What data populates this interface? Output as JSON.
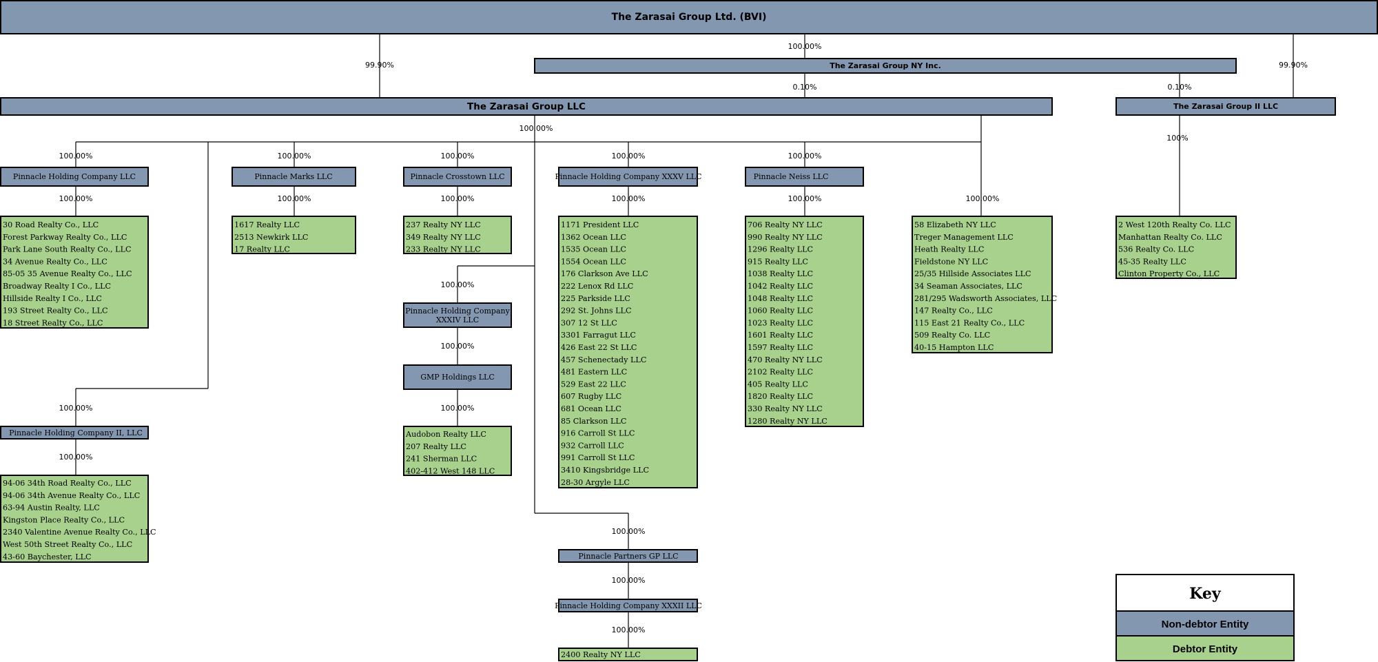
{
  "colors": {
    "non_debtor": "#8497b0",
    "debtor": "#a9d18e",
    "line": "#000000"
  },
  "top": {
    "bvi": "The Zarasai Group Ltd. (BVI)",
    "ny_inc": "The Zarasai Group NY Inc.",
    "llc": "The Zarasai Group LLC",
    "ii_llc": "The Zarasai Group II LLC"
  },
  "pct": {
    "p100": "100.00%",
    "p9990": "99.90%",
    "p010": "0.10%",
    "p100short": "100%"
  },
  "entities": {
    "pinnacle_holding": "Pinnacle Holding Company LLC",
    "pinnacle_marks": "Pinnacle Marks LLC",
    "pinnacle_crosstown": "Pinnacle Crosstown LLC",
    "pinnacle_xxxv": "Pinnacle Holding Company XXXV LLC",
    "pinnacle_neiss": "Pinnacle Neiss LLC",
    "pinnacle_xxxiv_1": "Pinnacle Holding Company",
    "pinnacle_xxxiv_2": "XXXIV LLC",
    "gmp": "GMP Holdings LLC",
    "pinnacle_ii": "Pinnacle Holding Company II, LLC",
    "partners_gp": "Pinnacle Partners GP LLC",
    "pinnacle_xxxii": "Pinnacle Holding Company XXXII LLC"
  },
  "lists": {
    "holding": [
      "30 Road Realty Co., LLC",
      "Forest Parkway Realty Co., LLC",
      "Park Lane South Realty Co., LLC",
      "34 Avenue Realty Co., LLC",
      "85-05 35 Avenue Realty Co., LLC",
      "Broadway Realty I Co., LLC",
      "Hillside Realty I Co., LLC",
      "193 Street Realty Co., LLC",
      "18 Street Realty Co., LLC"
    ],
    "marks": [
      "1617 Realty LLC",
      "2513 Newkirk LLC",
      "17 Realty LLC"
    ],
    "crosstown": [
      "237 Realty NY LLC",
      "349 Realty NY LLC",
      "233 Realty NY LLC"
    ],
    "xxxv": [
      "1171 President LLC",
      "1362 Ocean LLC",
      "1535 Ocean LLC",
      "1554 Ocean LLC",
      "176 Clarkson Ave LLC",
      "222 Lenox Rd LLC",
      "225 Parkside LLC",
      "292 St. Johns LLC",
      "307 12 St LLC",
      "3301 Farragut LLC",
      "426 East 22 St LLC",
      "457 Schenectady LLC",
      "481 Eastern LLC",
      "529 East 22 LLC",
      "607 Rugby LLC",
      "681 Ocean LLC",
      "85 Clarkson LLC",
      "916 Carroll St LLC",
      "932 Carroll LLC",
      "991 Carroll St LLC",
      "3410 Kingsbridge LLC",
      "28-30 Argyle LLC"
    ],
    "neiss": [
      "706 Realty NY LLC",
      "990 Realty NY LLC",
      "1296 Realty LLC",
      "915 Realty LLC",
      "1038 Realty LLC",
      "1042 Realty LLC",
      "1048 Realty LLC",
      "1060 Realty LLC",
      "1023 Realty LLC",
      "1601 Realty LLC",
      "1597 Realty LLC",
      "470 Realty NY LLC",
      "2102 Realty LLC",
      "405 Realty LLC",
      "1820 Realty LLC",
      "330 Realty NY LLC",
      "1280 Realty NY LLC"
    ],
    "direct": [
      "58 Elizabeth NY LLC",
      "Treger Management LLC",
      "Heath Realty LLC",
      "Fieldstone NY LLC",
      "25/35 Hillside Associates LLC",
      "34 Seaman Associates, LLC",
      "281/295 Wadsworth Associates, LLC",
      "147 Realty Co., LLC",
      "115 East 21 Realty Co., LLC",
      "509 Realty Co. LLC",
      "40-15 Hampton LLC"
    ],
    "ii": [
      "2 West 120th Realty Co. LLC",
      "Manhattan Realty Co. LLC",
      "536 Realty Co. LLC",
      "45-35 Realty LLC",
      "Clinton Property Co., LLC"
    ],
    "gmp": [
      "Audobon Realty LLC",
      "207 Realty LLC",
      "241 Sherman LLC",
      "402-412 West 148 LLC"
    ],
    "pinnacle_ii": [
      "94-06 34th Road Realty Co., LLC",
      "94-06 34th Avenue Realty Co., LLC",
      "63-94 Austin Realty, LLC",
      "Kingston Place Realty Co., LLC",
      "2340 Valentine Avenue Realty Co., LLC",
      "West 50th Street Realty Co., LLC",
      "43-60 Baychester, LLC"
    ],
    "xxxii": [
      "2400 Realty NY LLC"
    ]
  },
  "key": {
    "title": "Key",
    "non_debtor": "Non-debtor Entity",
    "debtor": "Debtor Entity"
  }
}
